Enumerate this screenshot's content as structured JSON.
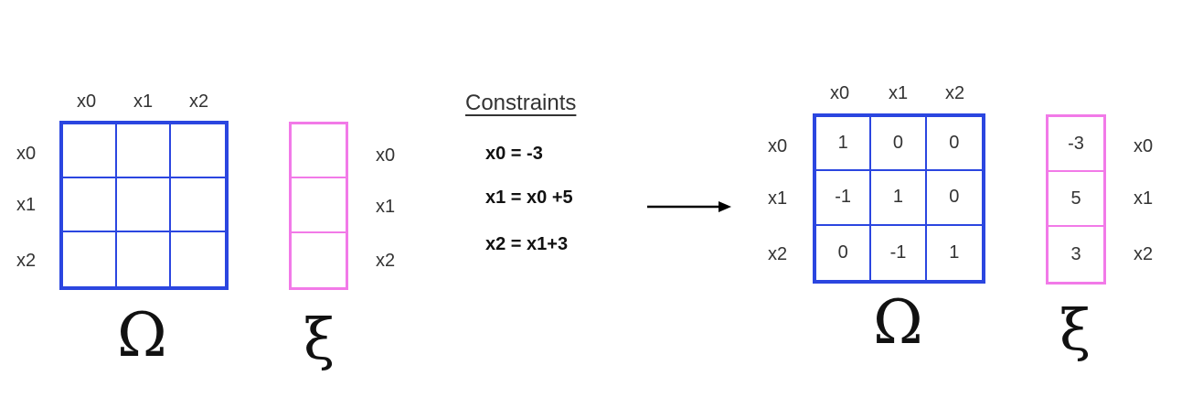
{
  "colors": {
    "omega": "#2b46e0",
    "xi": "#f27ae8",
    "text": "#333333"
  },
  "left": {
    "col_labels": [
      "x0",
      "x1",
      "x2"
    ],
    "row_labels": [
      "x0",
      "x1",
      "x2"
    ],
    "omega_symbol": "Ω",
    "xi_row_labels": [
      "x0",
      "x1",
      "x2"
    ],
    "xi_symbol": "ξ"
  },
  "constraints": {
    "title": "Constraints",
    "equations": [
      "x0 = -3",
      "x1 = x0 +5",
      "x2 = x1+3"
    ]
  },
  "right": {
    "col_labels": [
      "x0",
      "x1",
      "x2"
    ],
    "row_labels": [
      "x0",
      "x1",
      "x2"
    ],
    "omega_values": [
      [
        "1",
        "0",
        "0"
      ],
      [
        "-1",
        "1",
        "0"
      ],
      [
        "0",
        "-1",
        "1"
      ]
    ],
    "omega_symbol": "Ω",
    "xi_values": [
      "-3",
      "5",
      "3"
    ],
    "xi_row_labels": [
      "x0",
      "x1",
      "x2"
    ],
    "xi_symbol": "ξ"
  }
}
